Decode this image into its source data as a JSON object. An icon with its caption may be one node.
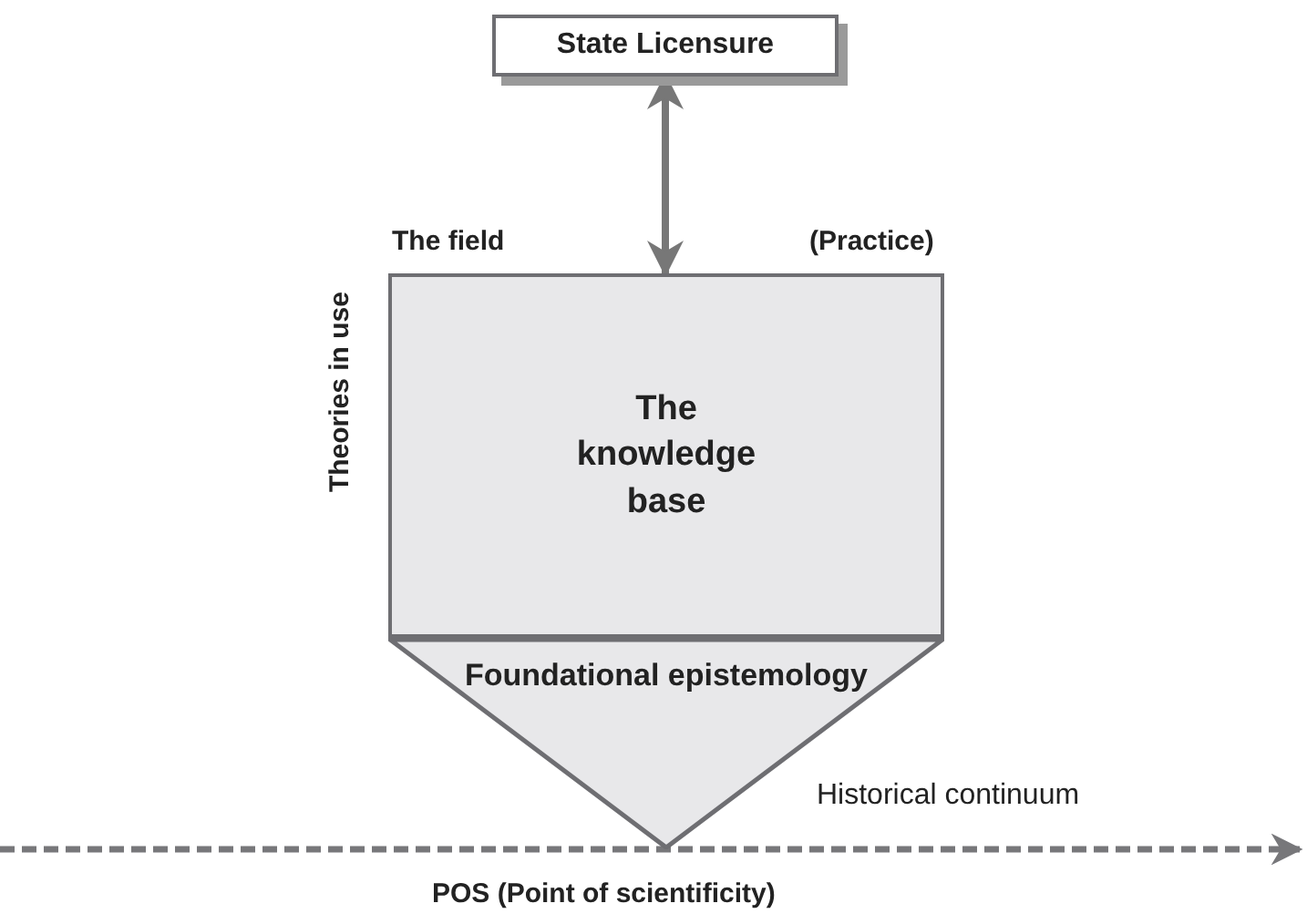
{
  "diagram": {
    "nodes": [
      {
        "text": [
          "State Licensure"
        ]
      },
      {
        "text": [
          "The knowledge base"
        ]
      },
      {
        "text": [
          "Foundational epistemology"
        ]
      }
    ],
    "edges": [
      {
        "from": 0,
        "to": 1,
        "arrow": "both",
        "color": "#777777"
      }
    ],
    "labels": [
      "The field",
      "(Practice)",
      "Theories in use",
      "Historical continuum",
      "POS (Point of scientificity)"
    ]
  }
}
